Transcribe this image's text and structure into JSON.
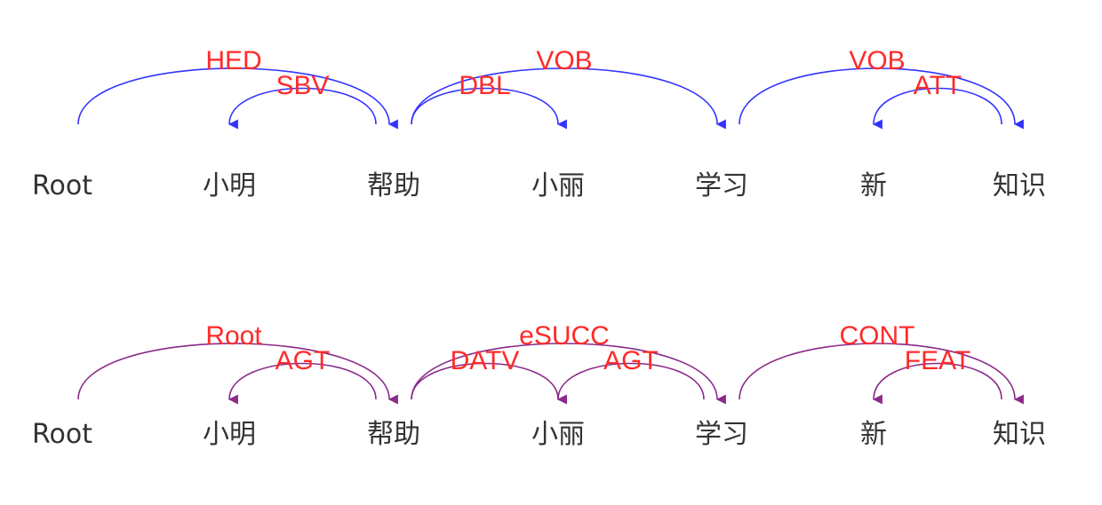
{
  "diagrams": [
    {
      "kind": "syntactic",
      "arc_color": "#3333ff",
      "label_color": "#ff2a2a",
      "tokens": [
        "Root",
        "小明",
        "帮助",
        "小丽",
        "学习",
        "新",
        "知识"
      ],
      "arcs": [
        {
          "from": 0,
          "to": 2,
          "label": "HED",
          "level": 2
        },
        {
          "from": 2,
          "to": 1,
          "label": "SBV",
          "level": 1
        },
        {
          "from": 2,
          "to": 4,
          "label": "VOB",
          "level": 2
        },
        {
          "from": 2,
          "to": 3,
          "label": "DBL",
          "level": 1
        },
        {
          "from": 4,
          "to": 6,
          "label": "VOB",
          "level": 2
        },
        {
          "from": 6,
          "to": 5,
          "label": "ATT",
          "level": 1
        }
      ]
    },
    {
      "kind": "semantic",
      "arc_color": "#8a2a8a",
      "label_color": "#ff2a2a",
      "tokens": [
        "Root",
        "小明",
        "帮助",
        "小丽",
        "学习",
        "新",
        "知识"
      ],
      "arcs": [
        {
          "from": 0,
          "to": 2,
          "label": "Root",
          "level": 2
        },
        {
          "from": 2,
          "to": 1,
          "label": "AGT",
          "level": 1
        },
        {
          "from": 2,
          "to": 4,
          "label": "eSUCC",
          "level": 2
        },
        {
          "from": 2,
          "to": 3,
          "label": "DATV",
          "level": 1
        },
        {
          "from": 4,
          "to": 3,
          "label": "AGT",
          "level": 1
        },
        {
          "from": 4,
          "to": 6,
          "label": "CONT",
          "level": 2
        },
        {
          "from": 6,
          "to": 5,
          "label": "FEAT",
          "level": 1
        }
      ]
    }
  ]
}
